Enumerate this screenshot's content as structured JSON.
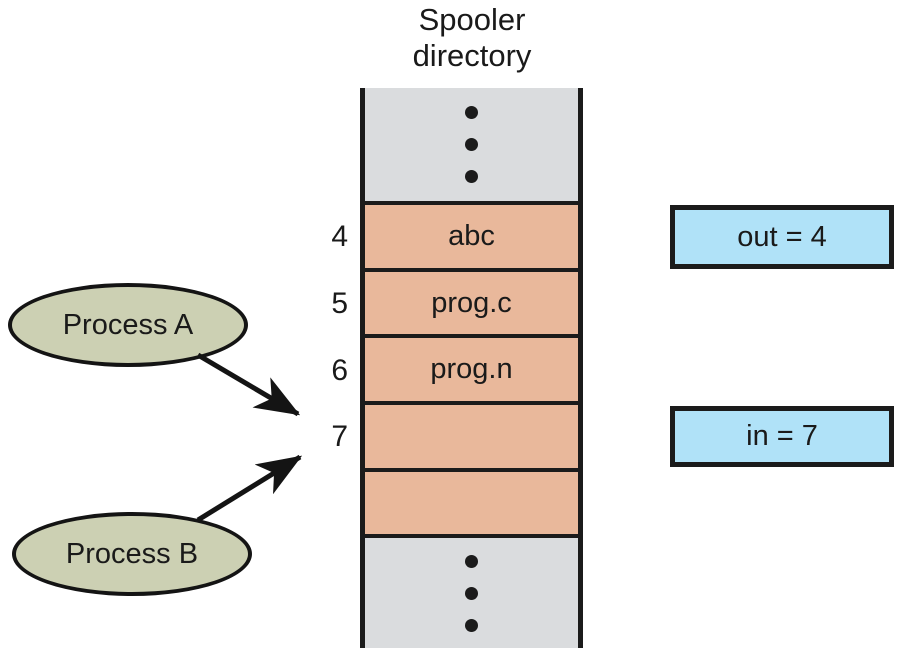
{
  "diagram": {
    "title": "Spooler directory",
    "title_lines": "Spooler\ndirectory"
  },
  "spooler": {
    "top_ellipsis": "⋮",
    "bottom_ellipsis": "⋮",
    "rows": [
      {
        "index": "",
        "value": "",
        "shaded": "gray",
        "ellipsis": true
      },
      {
        "index": "4",
        "value": "abc",
        "shaded": "peach",
        "ellipsis": false
      },
      {
        "index": "5",
        "value": "prog.c",
        "shaded": "peach",
        "ellipsis": false
      },
      {
        "index": "6",
        "value": "prog.n",
        "shaded": "peach",
        "ellipsis": false
      },
      {
        "index": "7",
        "value": "",
        "shaded": "peach",
        "ellipsis": false
      },
      {
        "index": "",
        "value": "",
        "shaded": "peach",
        "ellipsis": false
      },
      {
        "index": "",
        "value": "",
        "shaded": "gray",
        "ellipsis": true
      }
    ]
  },
  "pointers": {
    "out": {
      "label": "out = 4",
      "name": "out",
      "value": "4"
    },
    "in": {
      "label": "in = 7",
      "name": "in",
      "value": "7"
    }
  },
  "processes": [
    {
      "id": "a",
      "label": "Process A"
    },
    {
      "id": "b",
      "label": "Process B"
    }
  ],
  "colors": {
    "queue_used": "#e9b89b",
    "queue_empty": "#dadcde",
    "pointer_box": "#b0e2f8",
    "process_node": "#ccd0b3",
    "outline": "#1b1b1b"
  }
}
